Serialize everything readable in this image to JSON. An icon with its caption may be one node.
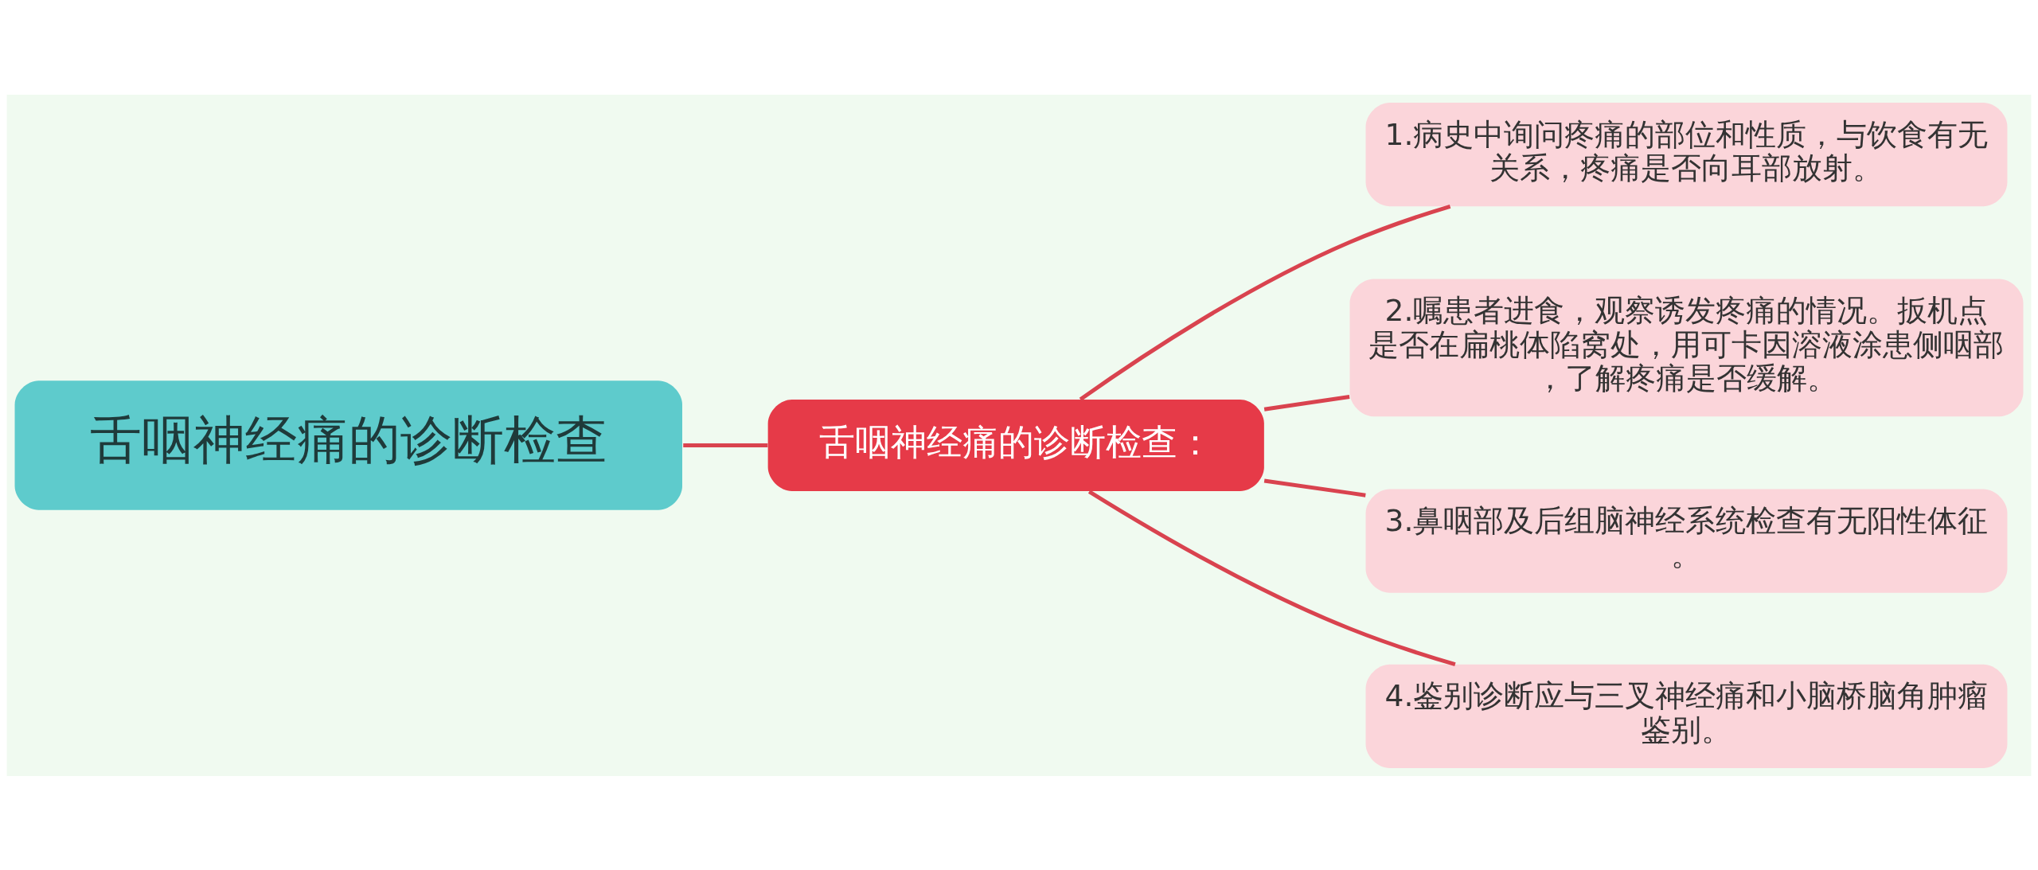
{
  "diagram": {
    "nodes": [
      {
        "text": [
          "舌咽神经痛的诊断检查"
        ]
      },
      {
        "text": [
          "舌咽神经痛的诊断检查："
        ]
      },
      {
        "text": [
          "1.病史中询问疼痛的部位和性质，与饮食有无关系，疼痛是否向耳部放射。"
        ]
      },
      {
        "text": [
          "2.嘱患者进食，观察诱发疼痛的情况。扳机点是否在扁桃体陷窝处，用可卡因溶液涂患侧咽部，了解疼痛是否缓解。"
        ]
      },
      {
        "text": [
          "3.鼻咽部及后组脑神经系统检查有无阳性体征。"
        ]
      },
      {
        "text": [
          "4.鉴别诊断应与三叉神经痛和小脑桥脑角肿瘤鉴别。"
        ]
      }
    ],
    "edges": [
      {
        "from": 0,
        "to": 1,
        "arrow": "none"
      },
      {
        "from": 1,
        "to": 2,
        "arrow": "none"
      },
      {
        "from": 1,
        "to": 3,
        "arrow": "none"
      },
      {
        "from": 1,
        "to": 4,
        "arrow": "none"
      },
      {
        "from": 1,
        "to": 5,
        "arrow": "none"
      }
    ]
  }
}
